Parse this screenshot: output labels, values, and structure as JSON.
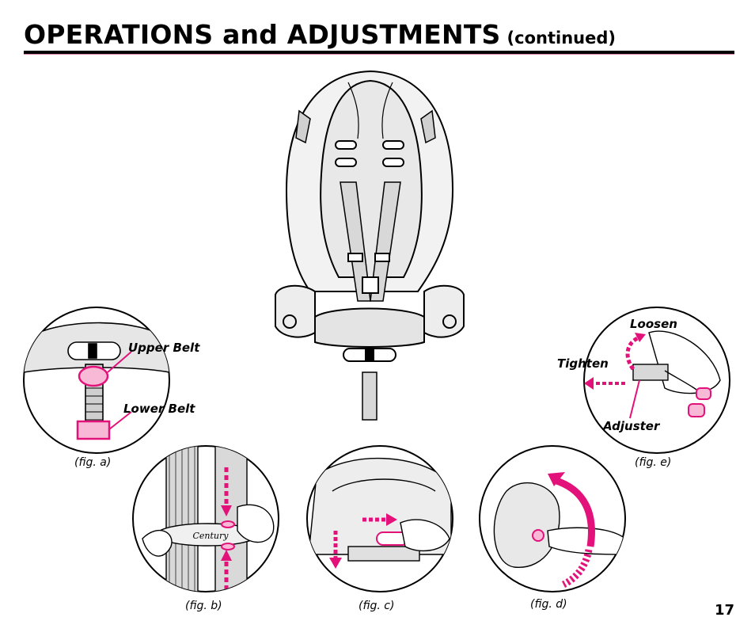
{
  "header": {
    "title": "OPERATIONS and ADJUSTMENTS",
    "subtitle": "(continued)"
  },
  "figures": {
    "fig_a": {
      "caption": "(fig. a)",
      "label_upper": "Upper Belt",
      "label_lower": "Lower Belt"
    },
    "fig_b": {
      "caption": "(fig. b)",
      "brand": "Century"
    },
    "fig_c": {
      "caption": "(fig. c)"
    },
    "fig_d": {
      "caption": "(fig. d)"
    },
    "fig_e": {
      "caption": "(fig. e)",
      "label_loosen": "Loosen",
      "label_tighten": "Tighten",
      "label_adjuster": "Adjuster"
    }
  },
  "page_number": "17",
  "colors": {
    "accent": "#e2127a",
    "ink": "#000000",
    "shade": "#e6e6e6"
  }
}
